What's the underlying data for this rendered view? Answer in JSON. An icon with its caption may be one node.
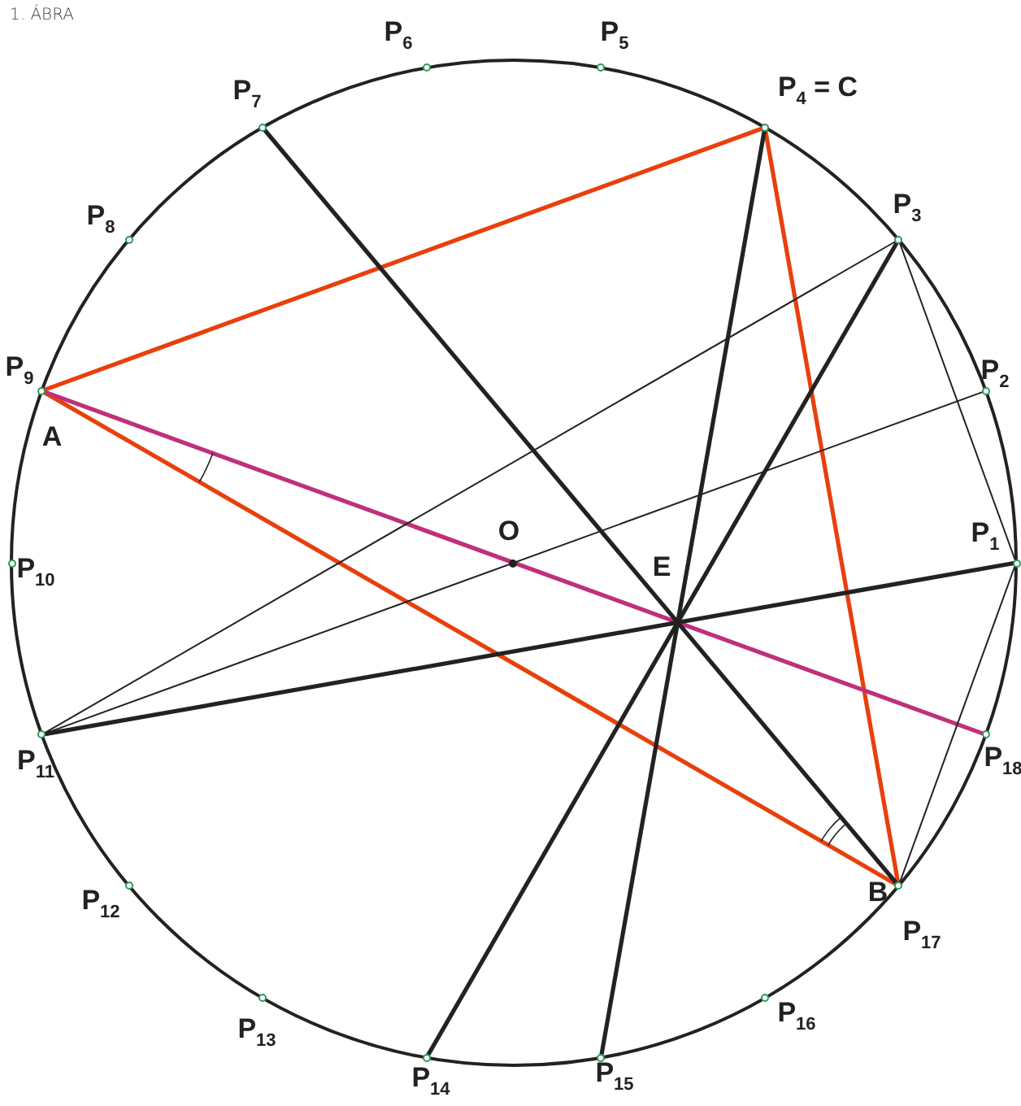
{
  "diagram": {
    "nodes": [
      {
        "text": [
          "P$_{1}$"
        ]
      },
      {
        "text": [
          "P$_{2}$"
        ]
      },
      {
        "text": [
          "P$_{3}$"
        ]
      },
      {
        "text": [
          "P$_{4}$ = C"
        ]
      },
      {
        "text": [
          "P$_{5}$"
        ]
      },
      {
        "text": [
          "P$_{6}$"
        ]
      },
      {
        "text": [
          "P$_{7}$"
        ]
      },
      {
        "text": [
          "P$_{8}$"
        ]
      },
      {
        "text": [
          "P$_{9}$"
        ],
        "beside": [
          "A"
        ]
      },
      {
        "text": [
          "P$_{10}$"
        ]
      },
      {
        "text": [
          "P$_{11}$"
        ]
      },
      {
        "text": [
          "P$_{12}$"
        ]
      },
      {
        "text": [
          "P$_{13}$"
        ]
      },
      {
        "text": [
          "P$_{14}$"
        ]
      },
      {
        "text": [
          "P$_{15}$"
        ]
      },
      {
        "text": [
          "P$_{16}$"
        ]
      },
      {
        "text": [
          "P$_{17}$"
        ],
        "beside": [
          "B"
        ]
      },
      {
        "text": [
          "P$_{18}$"
        ]
      },
      {
        "text": [
          "O"
        ]
      },
      {
        "text": [
          "E"
        ]
      }
    ],
    "edges": [
      {
        "from": 8,
        "to": 3,
        "arrow": "none",
        "color": "#e8400c"
      },
      {
        "from": 8,
        "to": 16,
        "arrow": "none",
        "color": "#e8400c"
      },
      {
        "from": 3,
        "to": 16,
        "arrow": "none",
        "color": "#e8400c"
      },
      {
        "from": 8,
        "to": 17,
        "arrow": "none",
        "color": "#c0307a"
      },
      {
        "from": 6,
        "to": 16,
        "arrow": "none"
      },
      {
        "from": 3,
        "to": 14,
        "arrow": "none"
      },
      {
        "from": 2,
        "to": 13,
        "arrow": "none"
      },
      {
        "from": 10,
        "to": 0,
        "arrow": "none"
      },
      {
        "from": 10,
        "to": 2,
        "arrow": "none"
      },
      {
        "from": 10,
        "to": 1,
        "arrow": "none"
      },
      {
        "from": 2,
        "to": 0,
        "arrow": "none"
      },
      {
        "from": 0,
        "to": 16,
        "arrow": "none"
      }
    ],
    "labels": [
      "1. ÁBRA"
    ]
  }
}
